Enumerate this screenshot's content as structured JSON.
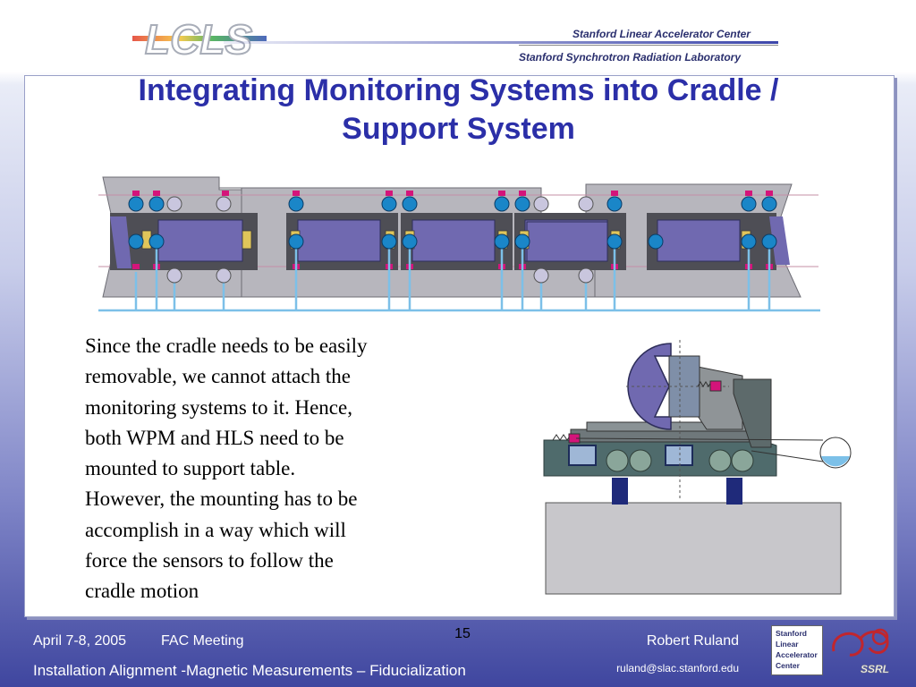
{
  "header": {
    "logo_text": "LCLS",
    "org_line1": "Stanford Linear Accelerator Center",
    "org_line2": "Stanford Synchrotron Radiation Laboratory"
  },
  "slide": {
    "title_line1": "Integrating Monitoring Systems into Cradle /",
    "title_line2": "Support System",
    "body_lines": [
      "Since the cradle needs to be easily",
      "removable, we cannot attach the",
      "monitoring systems to it. Hence,",
      "both WPM and HLS need to be",
      "mounted to support table.",
      "However, the mounting has to be",
      "accomplish in a way which will",
      "force the sensors to follow the",
      "cradle motion"
    ]
  },
  "footer": {
    "date": "April 7-8, 2005",
    "meeting": "FAC Meeting",
    "subtitle": "Installation Alignment -Magnetic Measurements – Fiducialization",
    "page_number": "15",
    "author": "Robert Ruland",
    "email": "ruland@slac.stanford.edu",
    "slac_logo_lines": [
      "Stanford",
      "Linear",
      "Accelerator",
      "Center"
    ],
    "ssrl_logo_text": "SSRL"
  },
  "colors": {
    "title": "#2b2fa8",
    "magnet": "#7069b0",
    "support": "#b7b6bd",
    "sensor_blue": "#1a86c8",
    "sensor_grey": "#c9c6de",
    "pink_marker": "#d4147a",
    "hls_pipe": "#7cc0e8"
  }
}
